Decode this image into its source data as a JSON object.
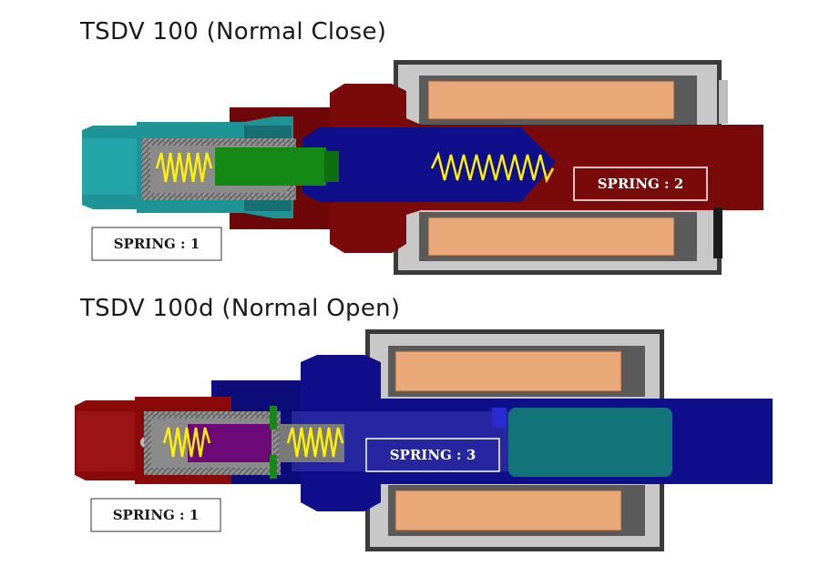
{
  "valves": [
    {
      "title": "TSDV 100 (Normal Close)"
    },
    {
      "title": "TSDV 100d (Normal Open)"
    }
  ],
  "labels": {
    "top_spring_1": "SPRING : 1",
    "top_spring_2": "SPRING : 2",
    "bottom_spring_1": "SPRING : 1",
    "bottom_spring_3": "SPRING : 3"
  },
  "colors": {
    "coil": "#E9A877",
    "housing": "#C8C8C8",
    "dark_red": "#7A0A0A",
    "navy": "#0F0F8C",
    "teal": "#1E9496",
    "spring": "#FFF200",
    "green_plunger": "#148A14",
    "purple_plunger": "#6E0A78",
    "armature_teal": "#127478"
  }
}
